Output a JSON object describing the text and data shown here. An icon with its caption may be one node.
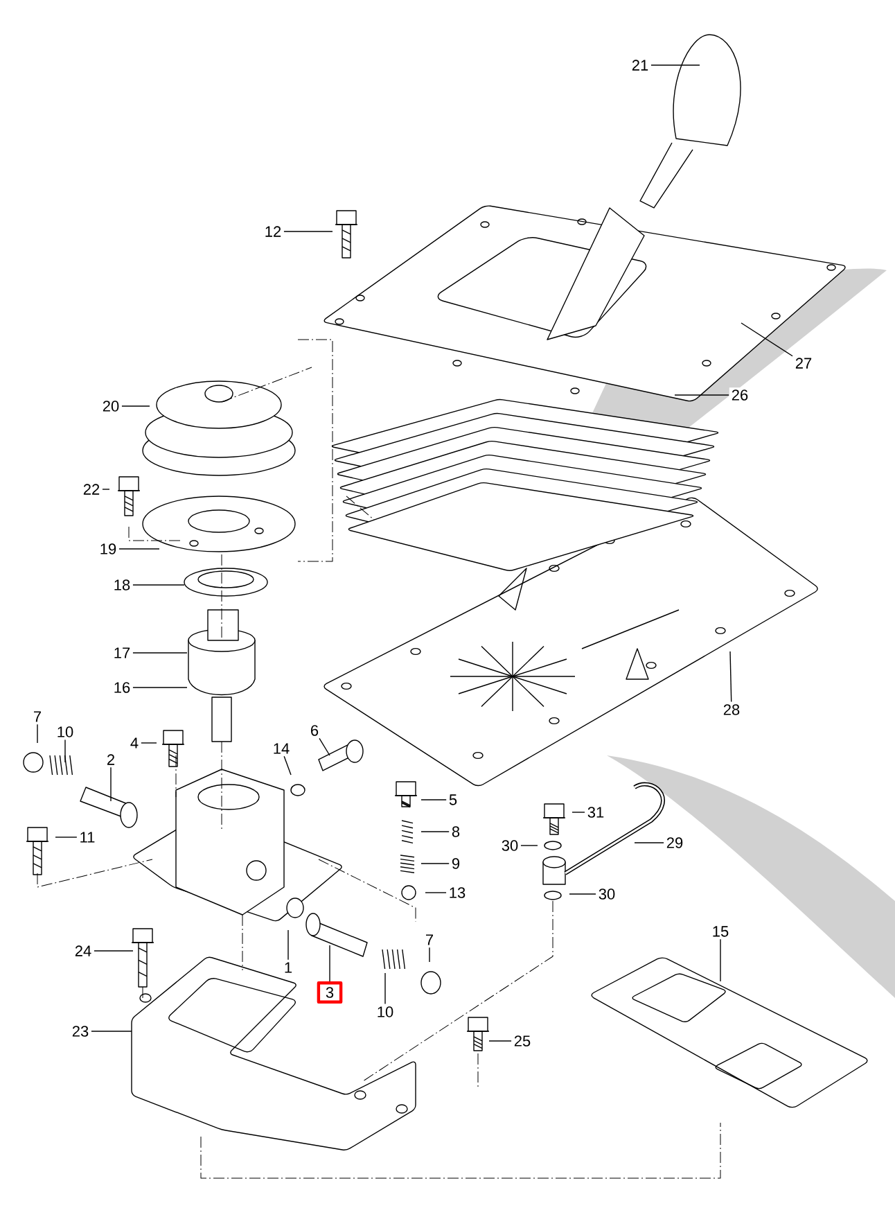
{
  "diagram": {
    "nodes": [
      {
        "text": [
          "21"
        ]
      },
      {
        "text": [
          "12"
        ]
      },
      {
        "text": [
          "27"
        ]
      },
      {
        "text": [
          "26"
        ]
      },
      {
        "text": [
          "20"
        ]
      },
      {
        "text": [
          "22"
        ]
      },
      {
        "text": [
          "19"
        ]
      },
      {
        "text": [
          "18"
        ]
      },
      {
        "text": [
          "17"
        ]
      },
      {
        "text": [
          "16"
        ]
      },
      {
        "text": [
          "28"
        ]
      },
      {
        "text": [
          "7"
        ]
      },
      {
        "text": [
          "10"
        ]
      },
      {
        "text": [
          "2"
        ]
      },
      {
        "text": [
          "4"
        ]
      },
      {
        "text": [
          "14"
        ]
      },
      {
        "text": [
          "6"
        ]
      },
      {
        "text": [
          "5"
        ]
      },
      {
        "text": [
          "8"
        ]
      },
      {
        "text": [
          "9"
        ]
      },
      {
        "text": [
          "13"
        ]
      },
      {
        "text": [
          "11"
        ]
      },
      {
        "text": [
          "1"
        ]
      },
      {
        "text": [
          "3"
        ]
      },
      {
        "text": [
          "31"
        ]
      },
      {
        "text": [
          "30"
        ]
      },
      {
        "text": [
          "29"
        ]
      },
      {
        "text": [
          "30"
        ]
      },
      {
        "text": [
          "7"
        ]
      },
      {
        "text": [
          "10"
        ]
      },
      {
        "text": [
          "15"
        ]
      },
      {
        "text": [
          "24"
        ]
      },
      {
        "text": [
          "23"
        ]
      },
      {
        "text": [
          "25"
        ]
      }
    ],
    "edges": [
      {
        "from": 0,
        "to": null,
        "arrow": "none"
      },
      {
        "from": 1,
        "to": null,
        "arrow": "none"
      },
      {
        "from": 2,
        "to": null,
        "arrow": "none"
      },
      {
        "from": 3,
        "to": null,
        "arrow": "none"
      },
      {
        "from": 4,
        "to": null,
        "arrow": "none"
      },
      {
        "from": 5,
        "to": null,
        "arrow": "none"
      },
      {
        "from": 6,
        "to": null,
        "arrow": "none"
      },
      {
        "from": 7,
        "to": null,
        "arrow": "none"
      },
      {
        "from": 8,
        "to": null,
        "arrow": "none"
      },
      {
        "from": 9,
        "to": null,
        "arrow": "none"
      },
      {
        "from": 10,
        "to": null,
        "arrow": "none"
      },
      {
        "from": 11,
        "to": null,
        "arrow": "none"
      },
      {
        "from": 12,
        "to": null,
        "arrow": "none"
      },
      {
        "from": 13,
        "to": null,
        "arrow": "none"
      },
      {
        "from": 14,
        "to": null,
        "arrow": "none"
      },
      {
        "from": 15,
        "to": null,
        "arrow": "none"
      },
      {
        "from": 16,
        "to": null,
        "arrow": "none"
      },
      {
        "from": 17,
        "to": null,
        "arrow": "none"
      },
      {
        "from": 18,
        "to": null,
        "arrow": "none"
      },
      {
        "from": 19,
        "to": null,
        "arrow": "none"
      },
      {
        "from": 20,
        "to": null,
        "arrow": "none"
      },
      {
        "from": 21,
        "to": null,
        "arrow": "none"
      },
      {
        "from": 22,
        "to": null,
        "arrow": "none"
      },
      {
        "from": 23,
        "to": null,
        "arrow": "none"
      },
      {
        "from": 24,
        "to": null,
        "arrow": "none"
      },
      {
        "from": 25,
        "to": null,
        "arrow": "none"
      },
      {
        "from": 26,
        "to": null,
        "arrow": "none"
      },
      {
        "from": 27,
        "to": null,
        "arrow": "none"
      },
      {
        "from": 28,
        "to": null,
        "arrow": "none"
      },
      {
        "from": 29,
        "to": null,
        "arrow": "none"
      },
      {
        "from": 30,
        "to": null,
        "arrow": "none"
      },
      {
        "from": 31,
        "to": null,
        "arrow": "none"
      },
      {
        "from": 32,
        "to": null,
        "arrow": "none"
      },
      {
        "from": 33,
        "to": null,
        "arrow": "none"
      }
    ]
  }
}
